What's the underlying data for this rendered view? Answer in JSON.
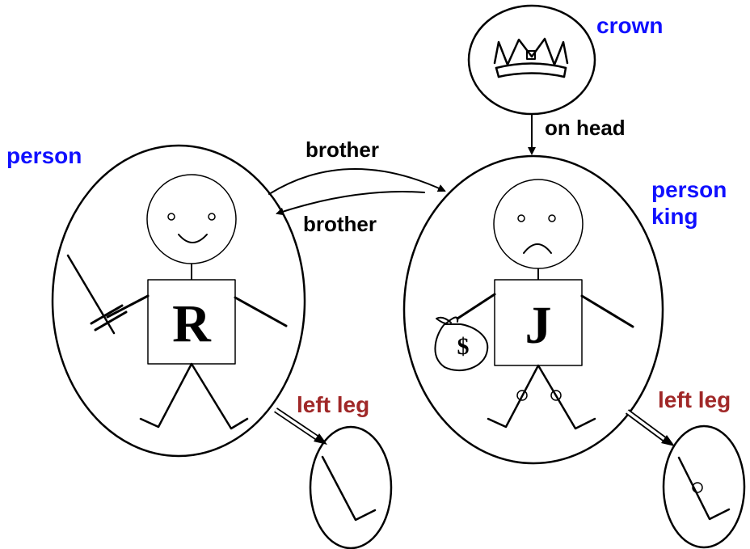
{
  "labels": {
    "crown": "crown",
    "on_head": "on head",
    "brother_top": "brother",
    "brother_bottom": "brother",
    "person_left": "person",
    "person_right": "person",
    "king": "king",
    "left_leg_left": "left leg",
    "left_leg_right": "left leg"
  },
  "letters": {
    "left_box": "R",
    "right_box": "J",
    "money_bag": "$"
  },
  "colors": {
    "blue": "#1010ff",
    "dark_red": "#a02828",
    "black": "#000000"
  },
  "icons": {
    "crown": "crown-icon",
    "money_bag": "money-bag-icon",
    "sword": "sword-icon"
  }
}
